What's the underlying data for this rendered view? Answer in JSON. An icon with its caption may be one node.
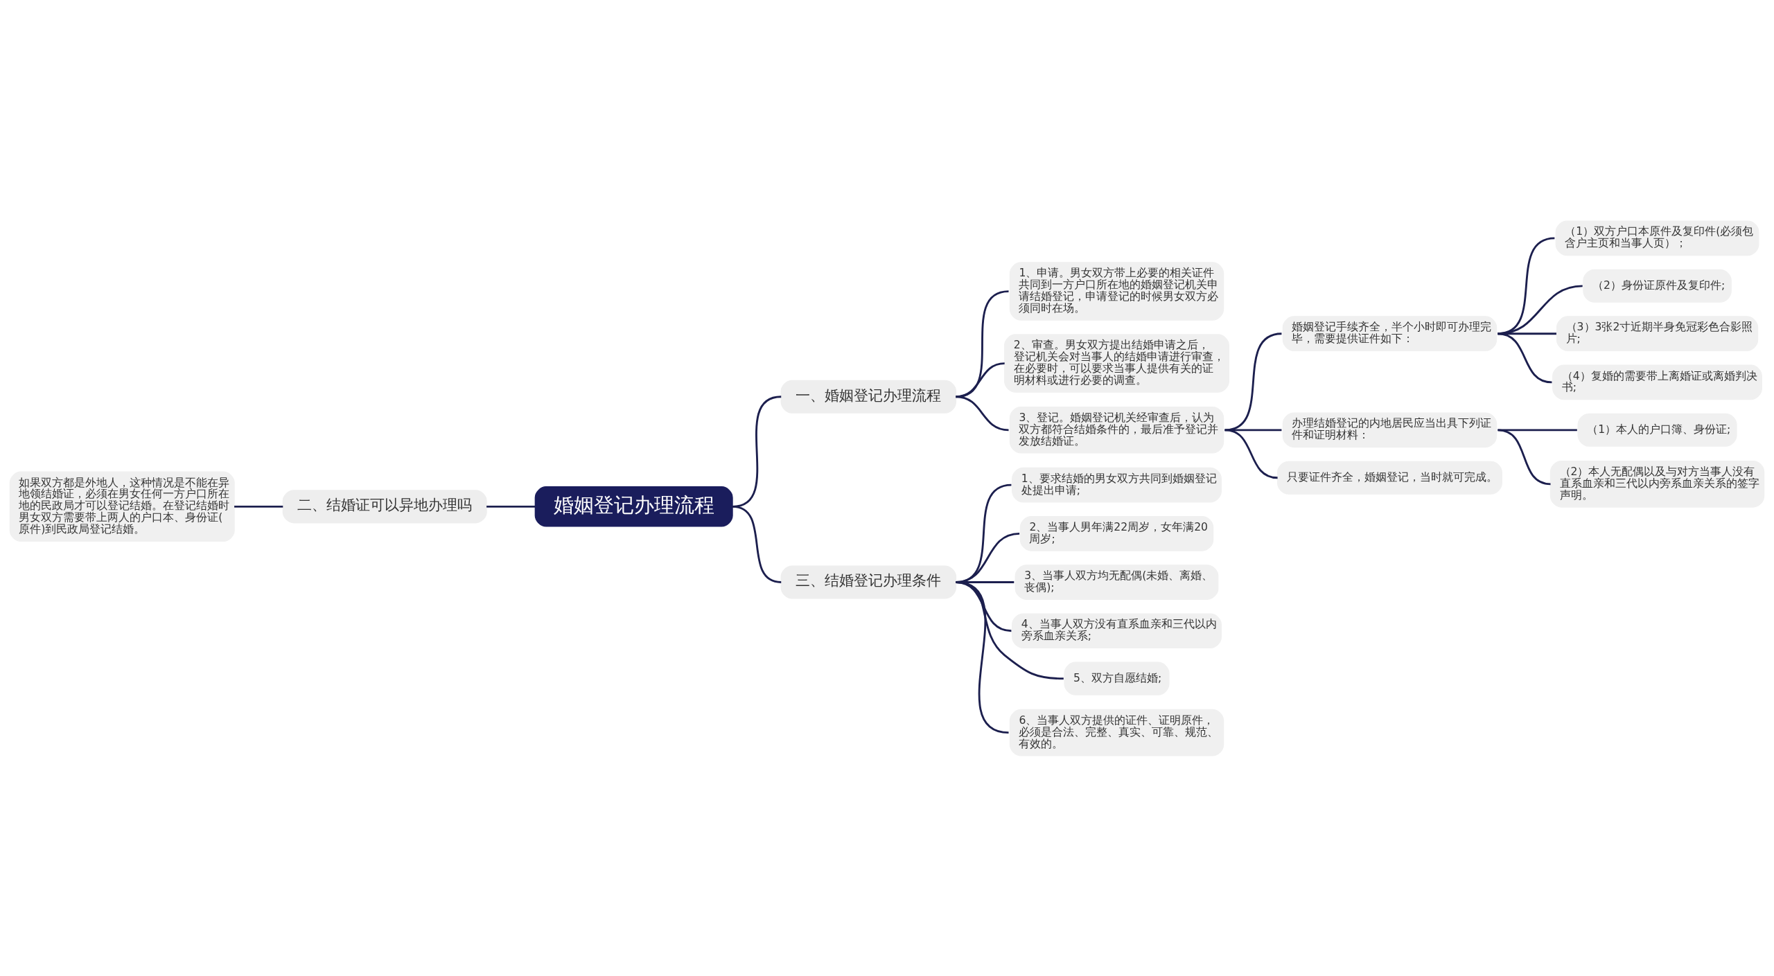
{
  "diagram": {
    "nodes": [
      {
        "text": [
          "婚姻登记办理流程"
        ]
      },
      {
        "text": [
          "一、婚姻登记办理流程"
        ]
      },
      {
        "text": [
          "1、申请。男女双方带上必要的相关证件共同到一方户口所在地的婚姻登记机关申请结婚登记，申请登记的时候男女双方必须同时在场。"
        ]
      },
      {
        "text": [
          "2、审查。男女双方提出结婚申请之后，登记机关会对当事人的结婚申请进行审查，在必要时，可以要求当事人提供有关的证明材料或进行必要的调查。"
        ]
      },
      {
        "text": [
          "3、登记。婚姻登记机关经审查后，认为双方都符合结婚条件的，最后准予登记并发放结婚证。"
        ]
      },
      {
        "text": [
          "婚姻登记手续齐全，半个小时即可办理完毕，需要提供证件如下："
        ]
      },
      {
        "text": [
          "（1）双方户口本原件及复印件(必须包含户主页和当事人页）；"
        ]
      },
      {
        "text": [
          "（2）身份证原件及复印件;"
        ]
      },
      {
        "text": [
          "（3）3张2寸近期半身免冠彩色合影照片;"
        ]
      },
      {
        "text": [
          "（4）复婚的需要带上离婚证或离婚判决书;"
        ]
      },
      {
        "text": [
          "办理结婚登记的内地居民应当出具下列证件和证明材料："
        ]
      },
      {
        "text": [
          "（1）本人的户口簿、身份证;"
        ]
      },
      {
        "text": [
          "（2）本人无配偶以及与对方当事人没有直系血亲和三代以内旁系血亲关系的签字声明。"
        ]
      },
      {
        "text": [
          "只要证件齐全，婚姻登记，当时就可完成。"
        ]
      },
      {
        "text": [
          "二、结婚证可以异地办理吗"
        ]
      },
      {
        "text": [
          "如果双方都是外地人，这种情况是不能在异地领结婚证，必须在男女任何一方户口所在地的民政局才可以登记结婚。在登记结婚时男女双方需要带上两人的户口本、身份证(原件)到民政局登记结婚。"
        ]
      },
      {
        "text": [
          "三、结婚登记办理条件"
        ]
      },
      {
        "text": [
          "1、要求结婚的男女双方共同到婚姻登记处提出申请;"
        ]
      },
      {
        "text": [
          "2、当事人男年满22周岁，女年满20周岁;"
        ]
      },
      {
        "text": [
          "3、当事人双方均无配偶(未婚、离婚、丧偶);"
        ]
      },
      {
        "text": [
          "4、当事人双方没有直系血亲和三代以内旁系血亲关系;"
        ]
      },
      {
        "text": [
          "5、双方自愿结婚;"
        ]
      },
      {
        "text": [
          "6、当事人双方提供的证件、证明原件，必须是合法、完整、真实、可靠、规范、有效的。"
        ]
      }
    ],
    "edges": [
      {
        "from": 0,
        "to": 1,
        "arrow": "none"
      },
      {
        "from": 1,
        "to": 2,
        "arrow": "none"
      },
      {
        "from": 1,
        "to": 3,
        "arrow": "none"
      },
      {
        "from": 1,
        "to": 4,
        "arrow": "none"
      },
      {
        "from": 4,
        "to": 5,
        "arrow": "none"
      },
      {
        "from": 5,
        "to": 6,
        "arrow": "none"
      },
      {
        "from": 5,
        "to": 7,
        "arrow": "none"
      },
      {
        "from": 5,
        "to": 8,
        "arrow": "none"
      },
      {
        "from": 5,
        "to": 9,
        "arrow": "none"
      },
      {
        "from": 4,
        "to": 10,
        "arrow": "none"
      },
      {
        "from": 10,
        "to": 11,
        "arrow": "none"
      },
      {
        "from": 10,
        "to": 12,
        "arrow": "none"
      },
      {
        "from": 4,
        "to": 13,
        "arrow": "none"
      },
      {
        "from": 0,
        "to": 14,
        "arrow": "none"
      },
      {
        "from": 14,
        "to": 15,
        "arrow": "none"
      },
      {
        "from": 0,
        "to": 16,
        "arrow": "none"
      },
      {
        "from": 16,
        "to": 17,
        "arrow": "none"
      },
      {
        "from": 16,
        "to": 18,
        "arrow": "none"
      },
      {
        "from": 16,
        "to": 19,
        "arrow": "none"
      },
      {
        "from": 16,
        "to": 20,
        "arrow": "none"
      },
      {
        "from": 16,
        "to": 21,
        "arrow": "none"
      },
      {
        "from": 16,
        "to": 22,
        "arrow": "none"
      }
    ]
  }
}
